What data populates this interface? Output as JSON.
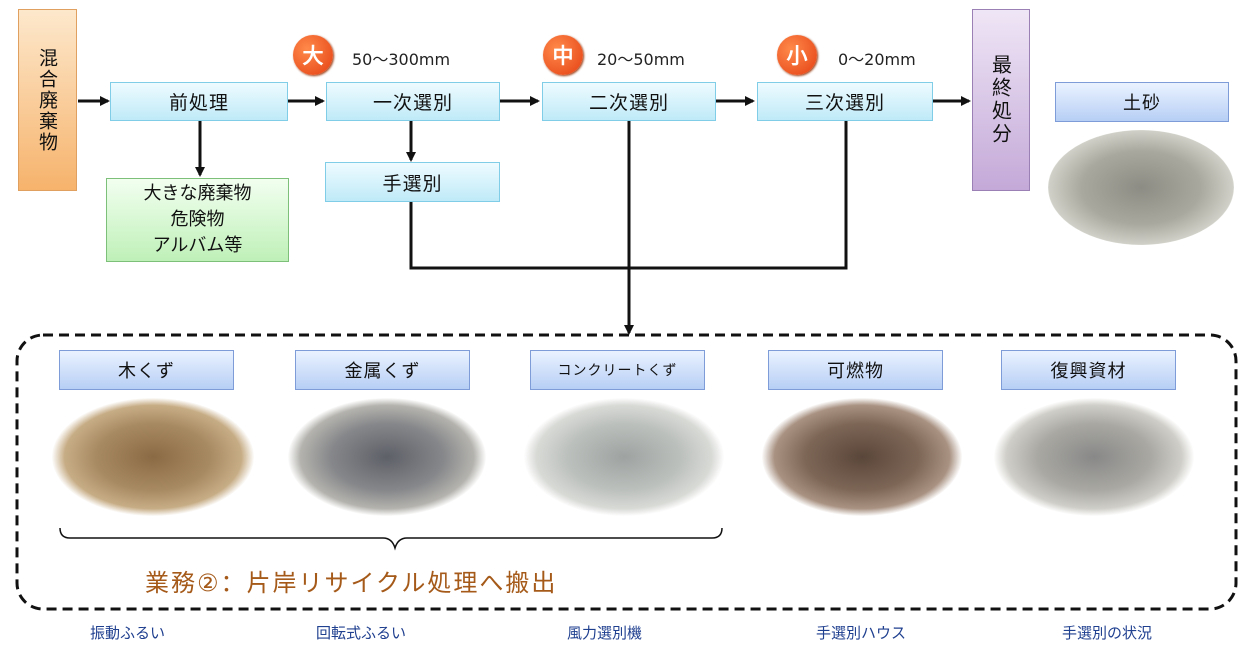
{
  "flow": {
    "mixed_waste": "混合廃棄物",
    "pretreatment": "前処理",
    "primary": "一次選別",
    "secondary": "二次選別",
    "tertiary": "三次選別",
    "final_disposal": "最終処分",
    "hand_sorting": "手選別",
    "removed_items": [
      "大きな廃棄物",
      "危険物",
      "アルバム等"
    ]
  },
  "sizes": [
    {
      "badge": "大",
      "range": "50～300mm",
      "color": "#e8501c"
    },
    {
      "badge": "中",
      "range": "20～50mm",
      "color": "#e8501c"
    },
    {
      "badge": "小",
      "range": "0～20mm",
      "color": "#e8501c"
    }
  ],
  "soil_label": "土砂",
  "outputs": [
    "木くず",
    "金属くず",
    "コンクリートくず",
    "可燃物",
    "復興資材"
  ],
  "business_text": "業務②：片岸リサイクル処理へ搬出",
  "captions": [
    "振動ふるい",
    "回転式ふるい",
    "風力選別機",
    "手選別ハウス",
    "手選別の状況"
  ],
  "colors": {
    "process_box": "#bfeaf8",
    "mixed_box": "#f6b36c",
    "final_box": "#c4a9d8",
    "removed_box": "#bff0b8",
    "label_box": "#b7cff5",
    "business_text": "#a55a1a",
    "caption_text": "#1f3f8f"
  }
}
